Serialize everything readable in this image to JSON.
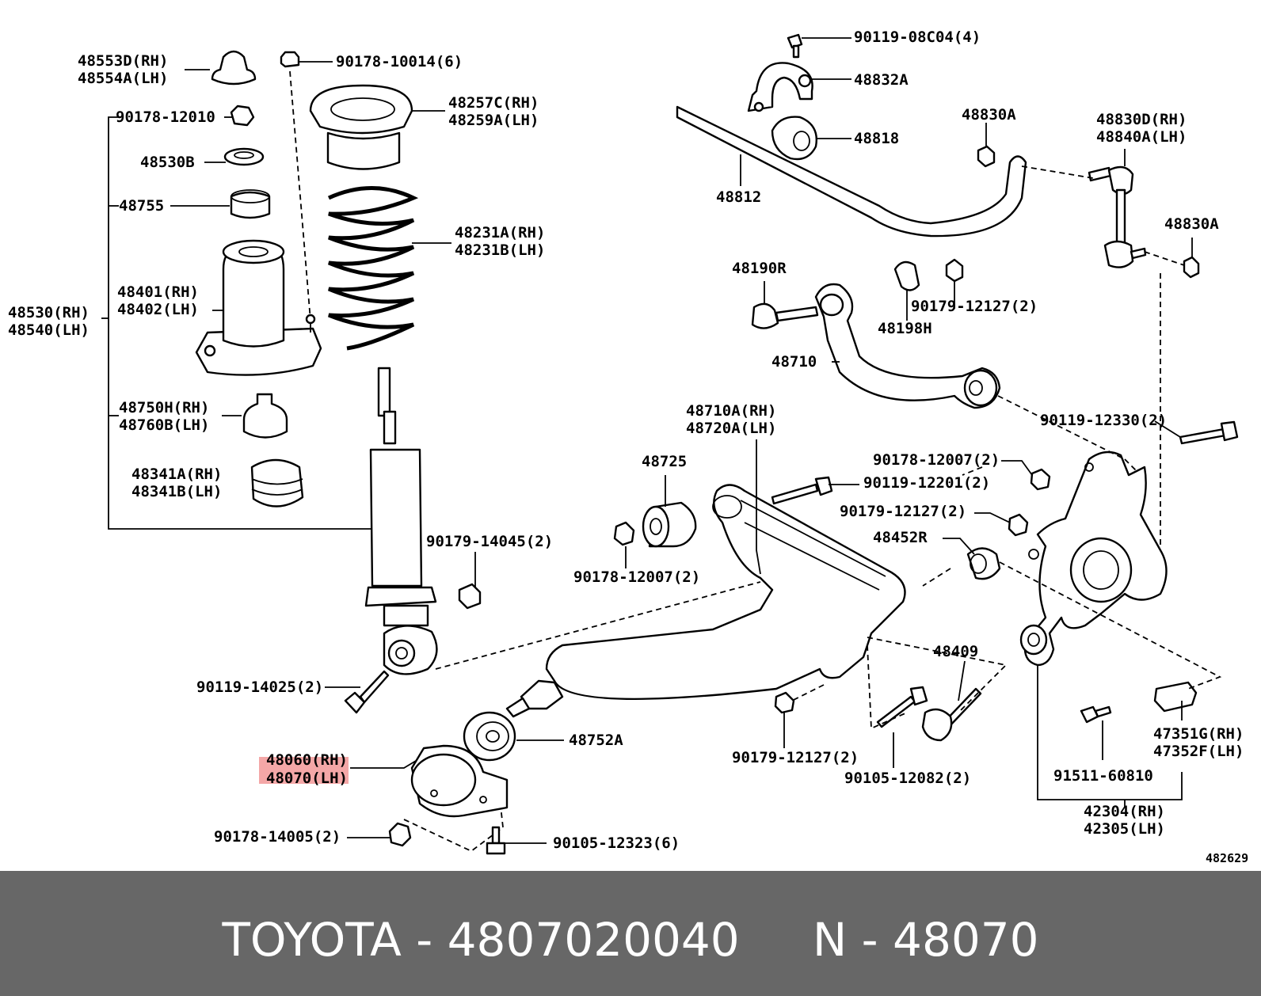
{
  "labels": {
    "l_48553D": "48553D(RH)",
    "l_48554A": "48554A(LH)",
    "l_90178_10014": "90178-10014(6)",
    "l_90178_12010": "90178-12010",
    "l_48257C": "48257C(RH)",
    "l_48259A": "48259A(LH)",
    "l_48530B": "48530B",
    "l_48755": "48755",
    "l_48231A": "48231A(RH)",
    "l_48231B": "48231B(LH)",
    "l_48401": "48401(RH)",
    "l_48402": "48402(LH)",
    "l_48530": "48530(RH)",
    "l_48540": "48540(LH)",
    "l_48750H": "48750H(RH)",
    "l_48760B": "48760B(LH)",
    "l_48341A": "48341A(RH)",
    "l_48341B": "48341B(LH)",
    "l_90179_14045": "90179-14045(2)",
    "l_90119_14025": "90119-14025(2)",
    "l_48060": "48060(RH)",
    "l_48070": "48070(LH)",
    "l_90178_14005": "90178-14005(2)",
    "l_90105_12323": "90105-12323(6)",
    "l_48752A": "48752A",
    "l_90119_08C04": "90119-08C04(4)",
    "l_48832A": "48832A",
    "l_48818": "48818",
    "l_48812": "48812",
    "l_48830A_top": "48830A",
    "l_48830D": "48830D(RH)",
    "l_48840A": "48840A(LH)",
    "l_48830A_right": "48830A",
    "l_48190R": "48190R",
    "l_90179_12127_top": "90179-12127(2)",
    "l_48198H": "48198H",
    "l_48710": "48710",
    "l_90119_12330": "90119-12330(2)",
    "l_48710A": "48710A(RH)",
    "l_48720A": "48720A(LH)",
    "l_48725": "48725",
    "l_90178_12007_right": "90178-12007(2)",
    "l_90119_12201": "90119-12201(2)",
    "l_90179_12127_mid": "90179-12127(2)",
    "l_48452R": "48452R",
    "l_90178_12007_left": "90178-12007(2)",
    "l_48409": "48409",
    "l_90179_12127_bot": "90179-12127(2)",
    "l_90105_12082": "90105-12082(2)",
    "l_47351G": "47351G(RH)",
    "l_47352F": "47352F(LH)",
    "l_91511_60810": "91511-60810",
    "l_42304": "42304(RH)",
    "l_42305": "42305(LH)"
  },
  "figure_number": "482629",
  "banner": {
    "text": "TOYOTA - 4807020040     N - 48070"
  },
  "highlight": {
    "part": "48070(LH)",
    "color": "#f08a8a"
  }
}
